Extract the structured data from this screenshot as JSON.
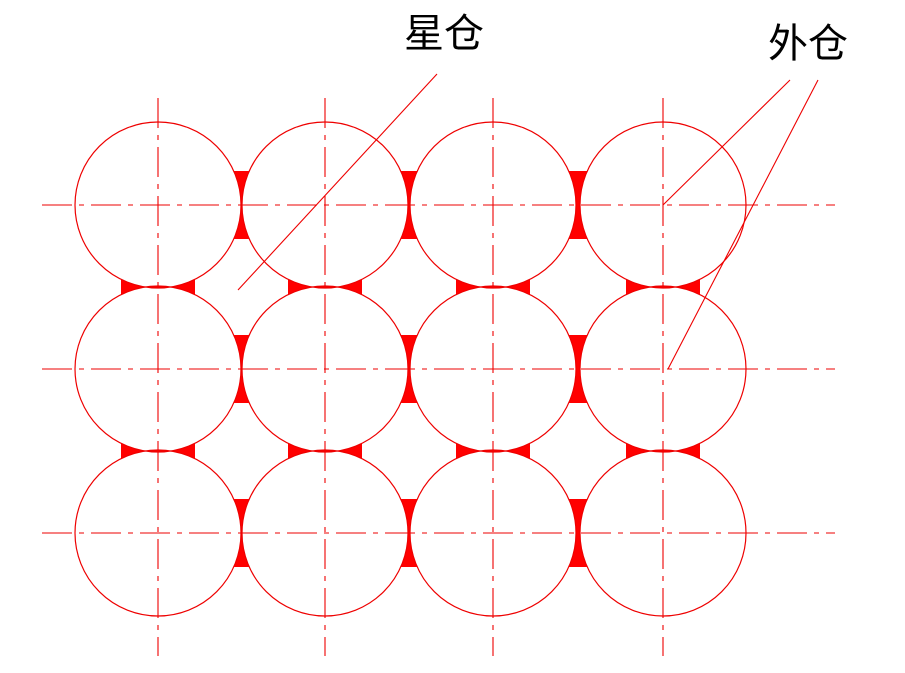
{
  "labels": {
    "star_silo": "星仓",
    "outer_silo": "外仓"
  },
  "grid": {
    "rows": 3,
    "cols": 4
  },
  "colors": {
    "line": "#ee0000",
    "fill": "#ff0000",
    "text": "#000000"
  }
}
